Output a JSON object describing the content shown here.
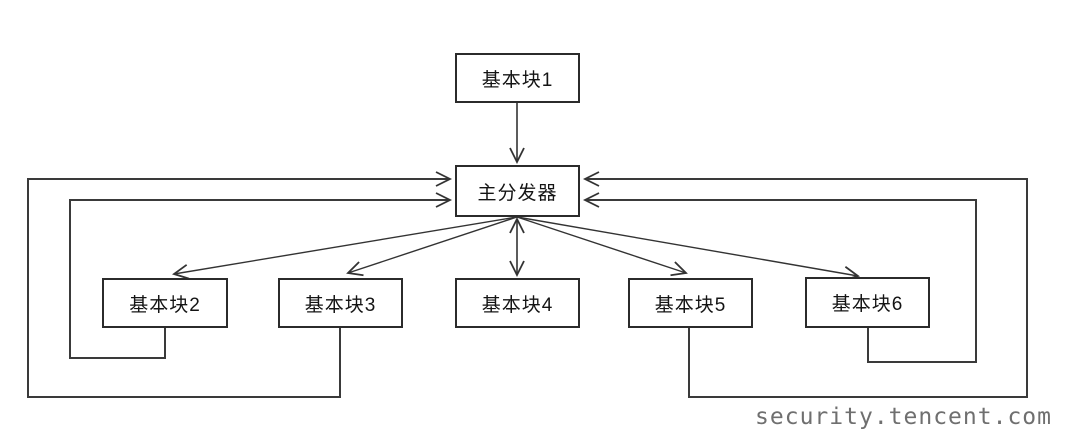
{
  "diagram": {
    "title": "control-flow-flattening",
    "nodes": {
      "block1": {
        "label": "基本块1"
      },
      "dispatcher": {
        "label": "主分发器"
      },
      "block2": {
        "label": "基本块2"
      },
      "block3": {
        "label": "基本块3"
      },
      "block4": {
        "label": "基本块4"
      },
      "block5": {
        "label": "基本块5"
      },
      "block6": {
        "label": "基本块6"
      }
    },
    "edges": [
      {
        "from": "block1",
        "to": "dispatcher",
        "type": "arrow"
      },
      {
        "from": "dispatcher",
        "to": "block2",
        "type": "arrow"
      },
      {
        "from": "dispatcher",
        "to": "block3",
        "type": "arrow"
      },
      {
        "from": "dispatcher",
        "to": "block4",
        "type": "bidirectional-arrow"
      },
      {
        "from": "dispatcher",
        "to": "block5",
        "type": "arrow"
      },
      {
        "from": "dispatcher",
        "to": "block6",
        "type": "arrow"
      },
      {
        "from": "block2",
        "to": "dispatcher",
        "type": "arrow",
        "route": "loop-left-inner"
      },
      {
        "from": "block3",
        "to": "dispatcher",
        "type": "arrow",
        "route": "loop-left-outer"
      },
      {
        "from": "block6",
        "to": "dispatcher",
        "type": "arrow",
        "route": "loop-right-inner"
      },
      {
        "from": "block5",
        "to": "dispatcher",
        "type": "arrow",
        "route": "loop-right-outer"
      }
    ],
    "colors": {
      "line": "#333333",
      "box_border": "#2b2b2b",
      "text": "#141414",
      "watermark": "#6f6f6f",
      "background": "#ffffff"
    }
  },
  "watermark": {
    "text": "security.tencent.com"
  }
}
